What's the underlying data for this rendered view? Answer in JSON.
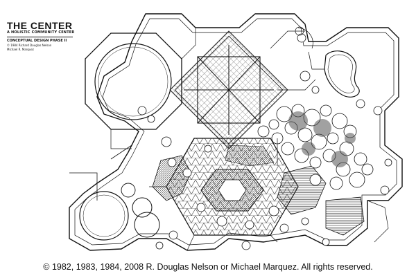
{
  "title_block": {
    "title": "THE CENTER",
    "subtitle": "A HOLISTIC COMMUNITY CENTER",
    "phase": "CONCEPTUAL DESIGN PHASE II",
    "credit_line1": "© 1984 Richard Douglas Nelson",
    "credit_line2": "Michael R. Marquez"
  },
  "copyright": "© 1982, 1983, 1984, 2008 R. Douglas Nelson or Michael Marquez.  All rights reserved.",
  "colors": {
    "ink": "#111111",
    "paper": "#ffffff",
    "shade": "#6e6e6e",
    "hatch": "#3a3a3a"
  }
}
